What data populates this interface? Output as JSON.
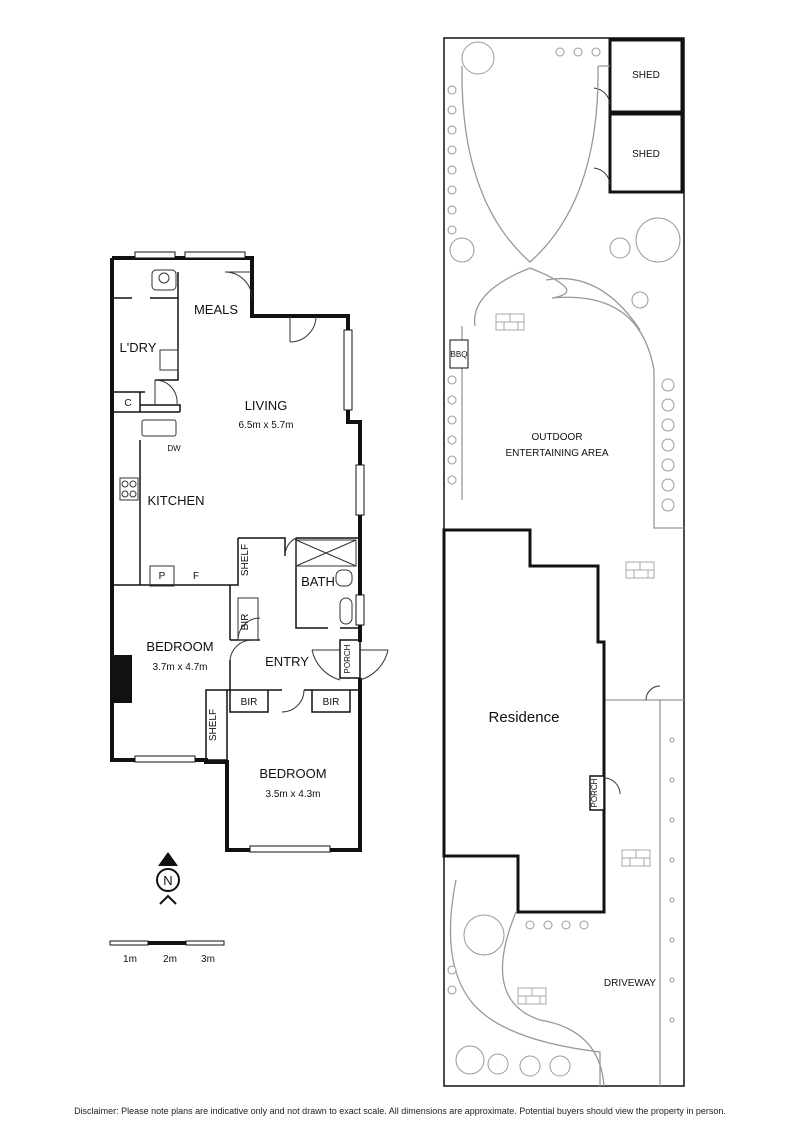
{
  "floor_plan": {
    "rooms": {
      "meals": "MEALS",
      "laundry": "L'DRY",
      "cupboard": "C",
      "living": "LIVING",
      "living_size": "6.5m x 5.7m",
      "dishwasher": "DW",
      "kitchen": "KITCHEN",
      "pantry": "P",
      "fridge": "F",
      "shelf_1": "SHELF",
      "bath": "BATH",
      "bir_1": "BIR",
      "bedroom_1": "BEDROOM",
      "bedroom_1_size": "3.7m x 4.7m",
      "entry": "ENTRY",
      "porch": "PORCH",
      "bir_2": "BIR",
      "bir_3": "BIR",
      "shelf_2": "SHELF",
      "bedroom_2": "BEDROOM",
      "bedroom_2_size": "3.5m x 4.3m"
    },
    "compass": "N",
    "scale": {
      "labels": [
        "1m",
        "2m",
        "3m"
      ]
    }
  },
  "site_plan": {
    "shed_1": "SHED",
    "shed_2": "SHED",
    "bbq": "BBQ",
    "outdoor_line1": "OUTDOOR",
    "outdoor_line2": "ENTERTAINING AREA",
    "residence": "Residence",
    "porch": "PORCH",
    "driveway": "DRIVEWAY"
  },
  "disclaimer": "Disclaimer: Please note plans are indicative only and not drawn to exact scale. All dimensions are approximate. Potential buyers should view the property in person."
}
